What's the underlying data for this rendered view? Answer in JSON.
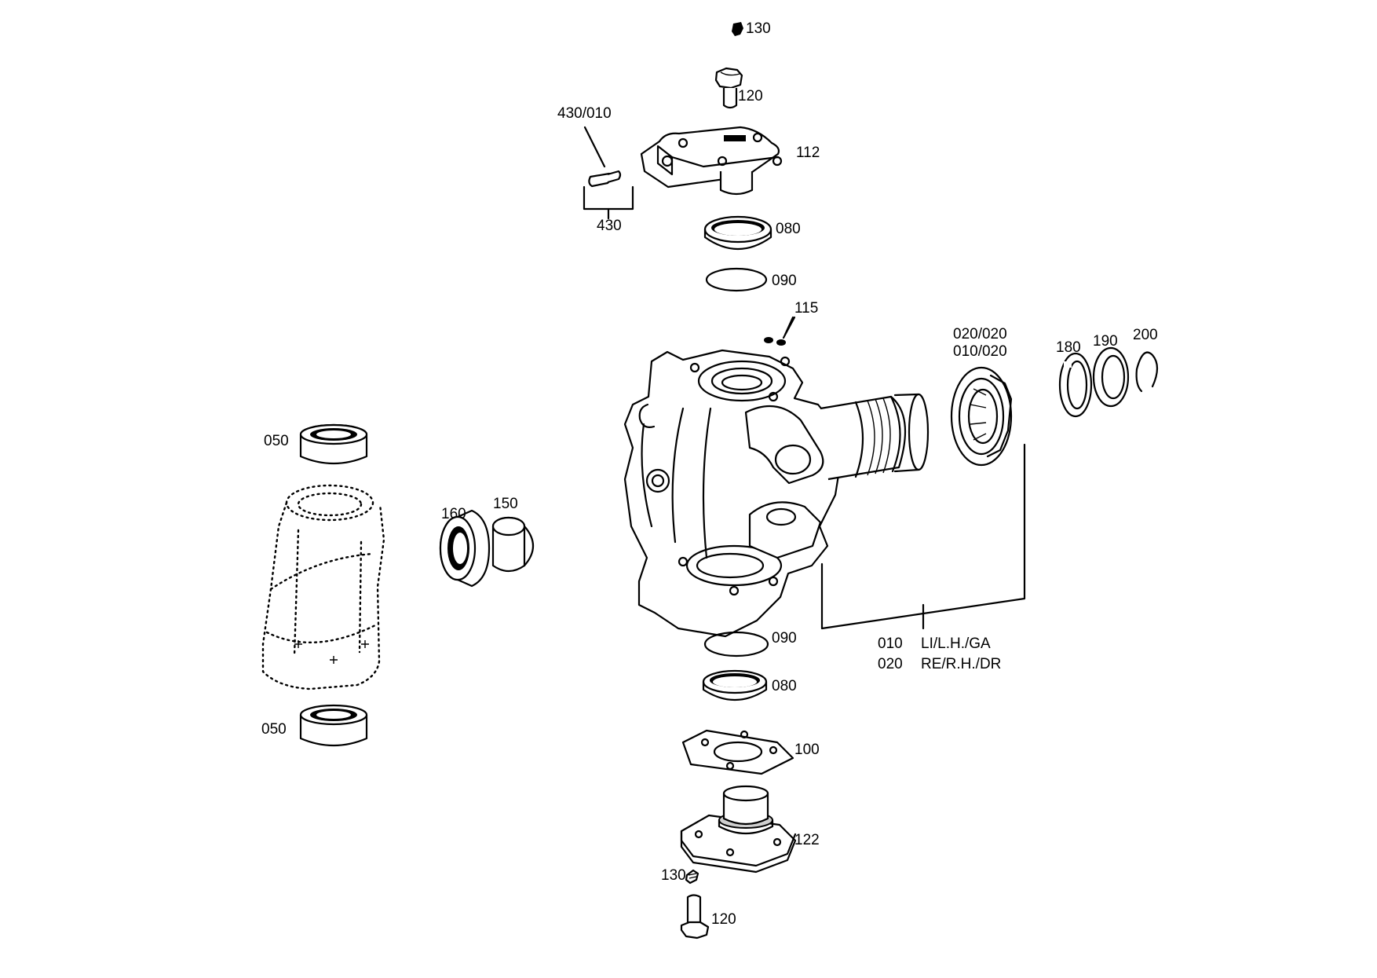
{
  "labels": {
    "p130_top": "130",
    "p120_top": "120",
    "p430_010": "430/010",
    "p112": "112",
    "p430": "430",
    "p080_top": "080",
    "p090_top": "090",
    "p115": "115",
    "p020_020": "020/020",
    "p010_020": "010/020",
    "p180": "180",
    "p190": "190",
    "p200": "200",
    "p050_top": "050",
    "p160": "160",
    "p150": "150",
    "p090_bot": "090",
    "p080_bot": "080",
    "p050_bot": "050",
    "p100": "100",
    "p122": "122",
    "p130_bot": "130",
    "p120_bot": "120"
  },
  "legend": [
    {
      "code": "010",
      "desc": "LI/L.H./GA"
    },
    {
      "code": "020",
      "desc": "RE/R.H./DR"
    }
  ]
}
